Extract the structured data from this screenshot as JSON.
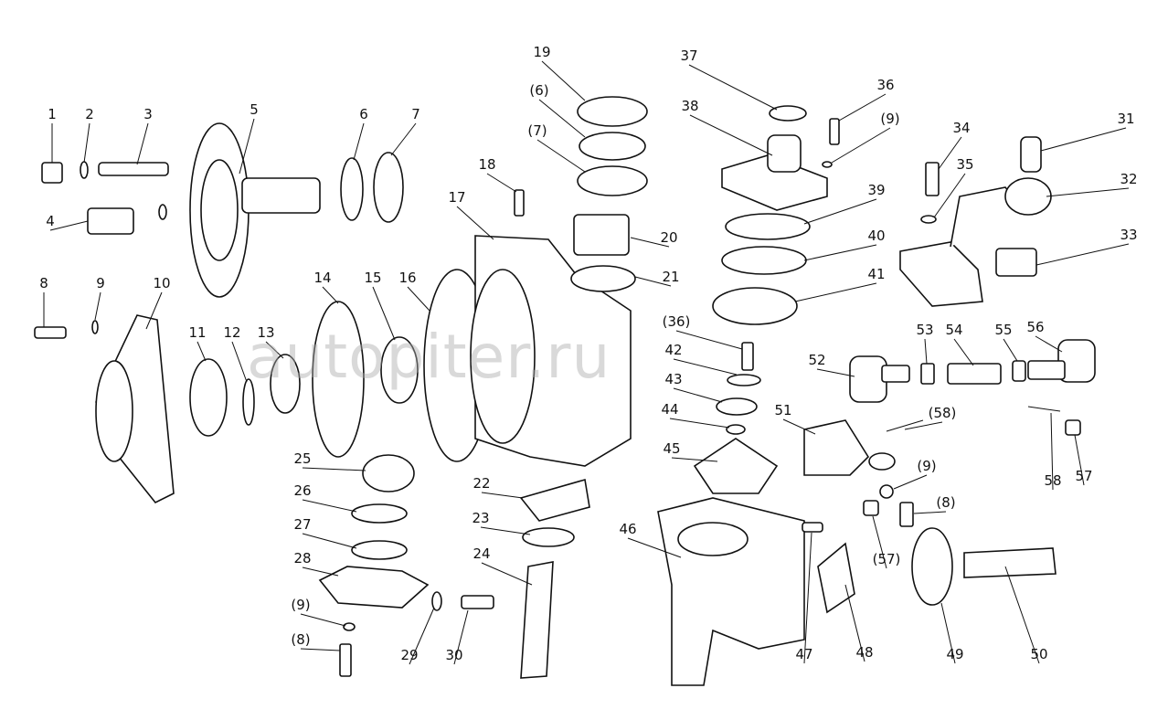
{
  "diagram": {
    "type": "exploded-parts-view",
    "watermark": "autopiter.ru",
    "callouts": [
      "1",
      "2",
      "3",
      "4",
      "5",
      "6",
      "7",
      "8",
      "9",
      "10",
      "11",
      "12",
      "13",
      "14",
      "15",
      "16",
      "17",
      "18",
      "19",
      "(6)",
      "(7)",
      "20",
      "21",
      "22",
      "23",
      "24",
      "25",
      "26",
      "27",
      "28",
      "(9)",
      "(8)",
      "29",
      "30",
      "37",
      "38",
      "36",
      "(9)",
      "39",
      "40",
      "41",
      "(36)",
      "42",
      "43",
      "44",
      "45",
      "46",
      "47",
      "48",
      "49",
      "50",
      "34",
      "35",
      "31",
      "32",
      "33",
      "53",
      "54",
      "55",
      "56",
      "52",
      "51",
      "(58)",
      "58",
      "57",
      "(9)",
      "(8)",
      "(57)"
    ]
  }
}
